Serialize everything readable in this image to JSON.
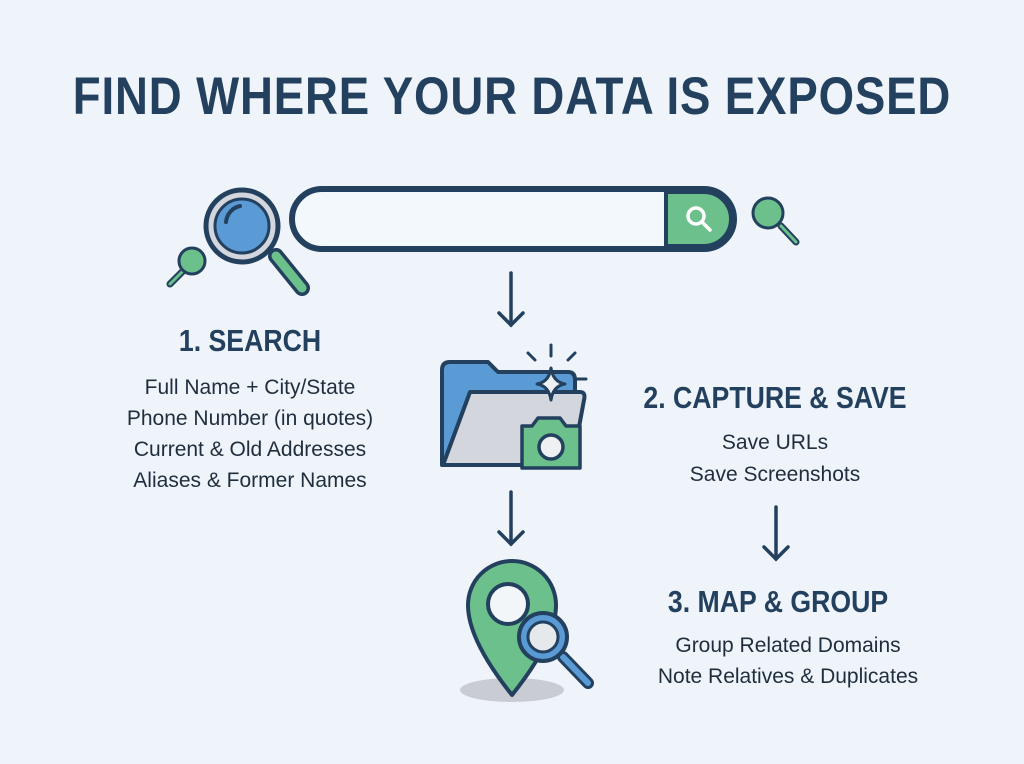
{
  "title": "FIND WHERE YOUR DATA IS EXPOSED",
  "colors": {
    "navy": "#23405e",
    "blue": "#5b9bd5",
    "green": "#6cc08b",
    "gray": "#d3d7dd",
    "background": "#eef4f9"
  },
  "search_bar": {
    "value": "",
    "button_icon": "search-icon"
  },
  "steps": [
    {
      "heading": "1. SEARCH",
      "icon": "magnifier-icon",
      "items": [
        "Full Name + City/State",
        "Phone Number (in quotes)",
        "Current & Old Addresses",
        "Aliases & Former Names"
      ]
    },
    {
      "heading": "2. CAPTURE & SAVE",
      "icon": "folder-camera-icon",
      "items": [
        "Save URLs",
        "Save Screenshots"
      ]
    },
    {
      "heading": "3. MAP & GROUP",
      "icon": "map-pin-search-icon",
      "items": [
        "Group Related Domains",
        "Note Relatives & Duplicates"
      ]
    }
  ]
}
